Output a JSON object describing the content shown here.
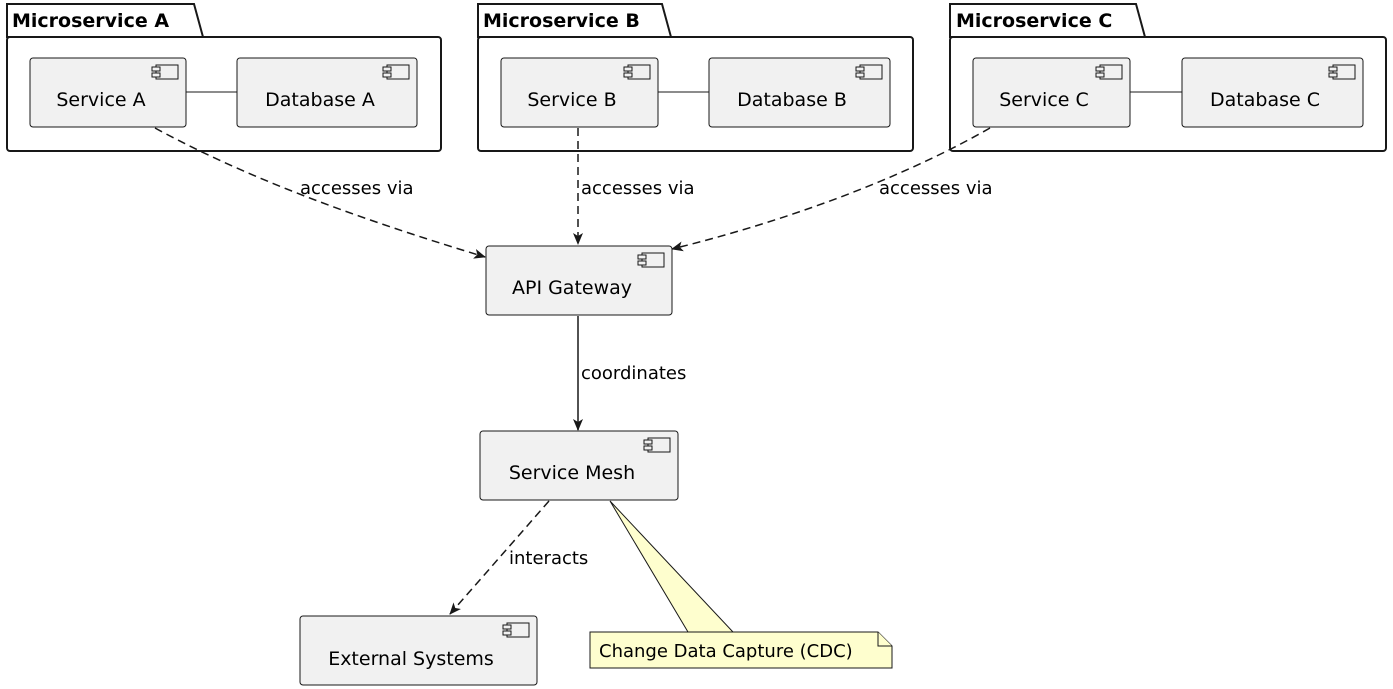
{
  "packages": {
    "a": {
      "title": "Microservice A"
    },
    "b": {
      "title": "Microservice B"
    },
    "c": {
      "title": "Microservice C"
    }
  },
  "components": {
    "service_a": "Service A",
    "database_a": "Database A",
    "service_b": "Service B",
    "database_b": "Database B",
    "service_c": "Service C",
    "database_c": "Database C",
    "api_gateway": "API Gateway",
    "service_mesh": "Service Mesh",
    "external_systems": "External Systems"
  },
  "edges": {
    "a_to_gateway": "accesses via",
    "b_to_gateway": "accesses via",
    "c_to_gateway": "accesses via",
    "gateway_to_mesh": "coordinates",
    "mesh_to_external": "interacts"
  },
  "note": {
    "text": "Change Data Capture (CDC)"
  },
  "colors": {
    "component_fill": "#f1f1f1",
    "note_fill": "#fefece",
    "stroke": "#181818"
  }
}
